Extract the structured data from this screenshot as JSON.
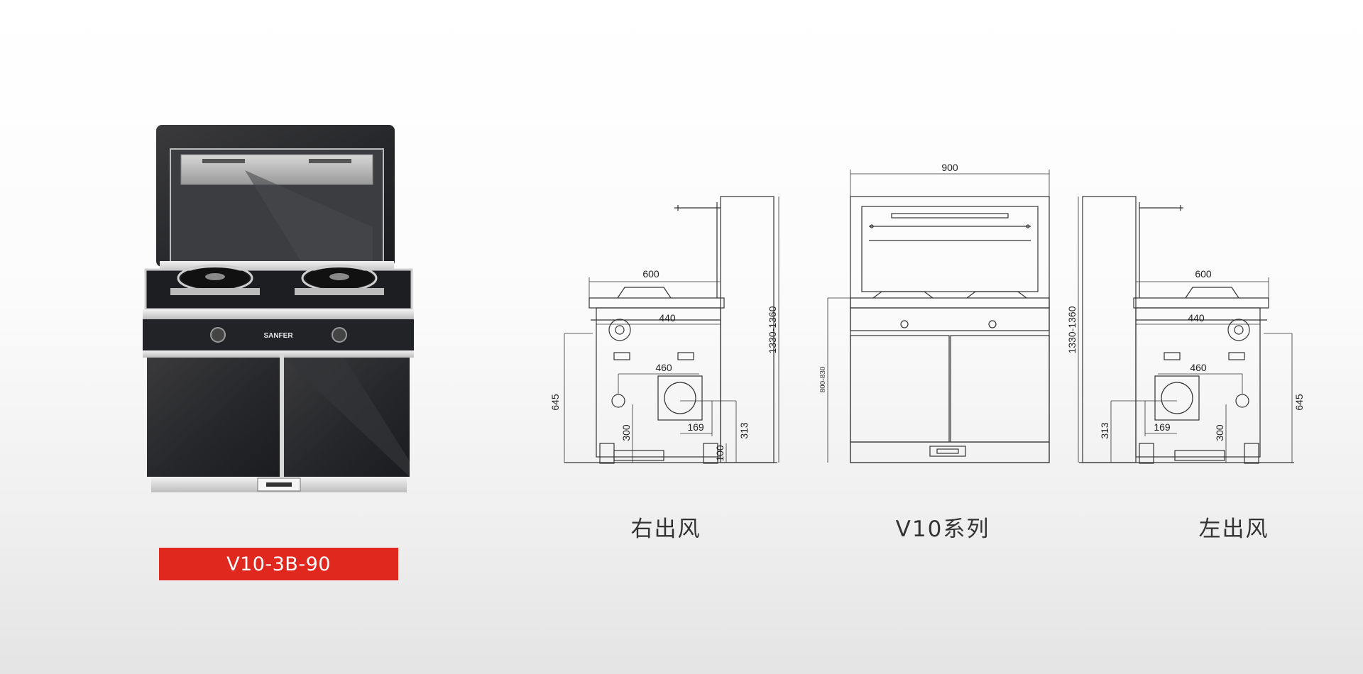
{
  "product": {
    "brand_logo": "SANFER",
    "model": "V10-3B-90"
  },
  "diagrams": {
    "right_outlet": {
      "caption": "右出风",
      "dims": {
        "width": "600",
        "depth": "440",
        "spacing": "460",
        "height": "1330-1360",
        "side": "645",
        "low": "300",
        "offset": "169",
        "outlet": "313",
        "foot": "100"
      }
    },
    "front": {
      "caption": "V10系列",
      "dims": {
        "width": "900",
        "counter": "800-830"
      }
    },
    "left_outlet": {
      "caption": "左出风",
      "dims": {
        "width": "600",
        "depth": "440",
        "spacing": "460",
        "height": "1330-1360",
        "side": "645",
        "low": "300",
        "offset": "169",
        "outlet": "313"
      }
    }
  }
}
